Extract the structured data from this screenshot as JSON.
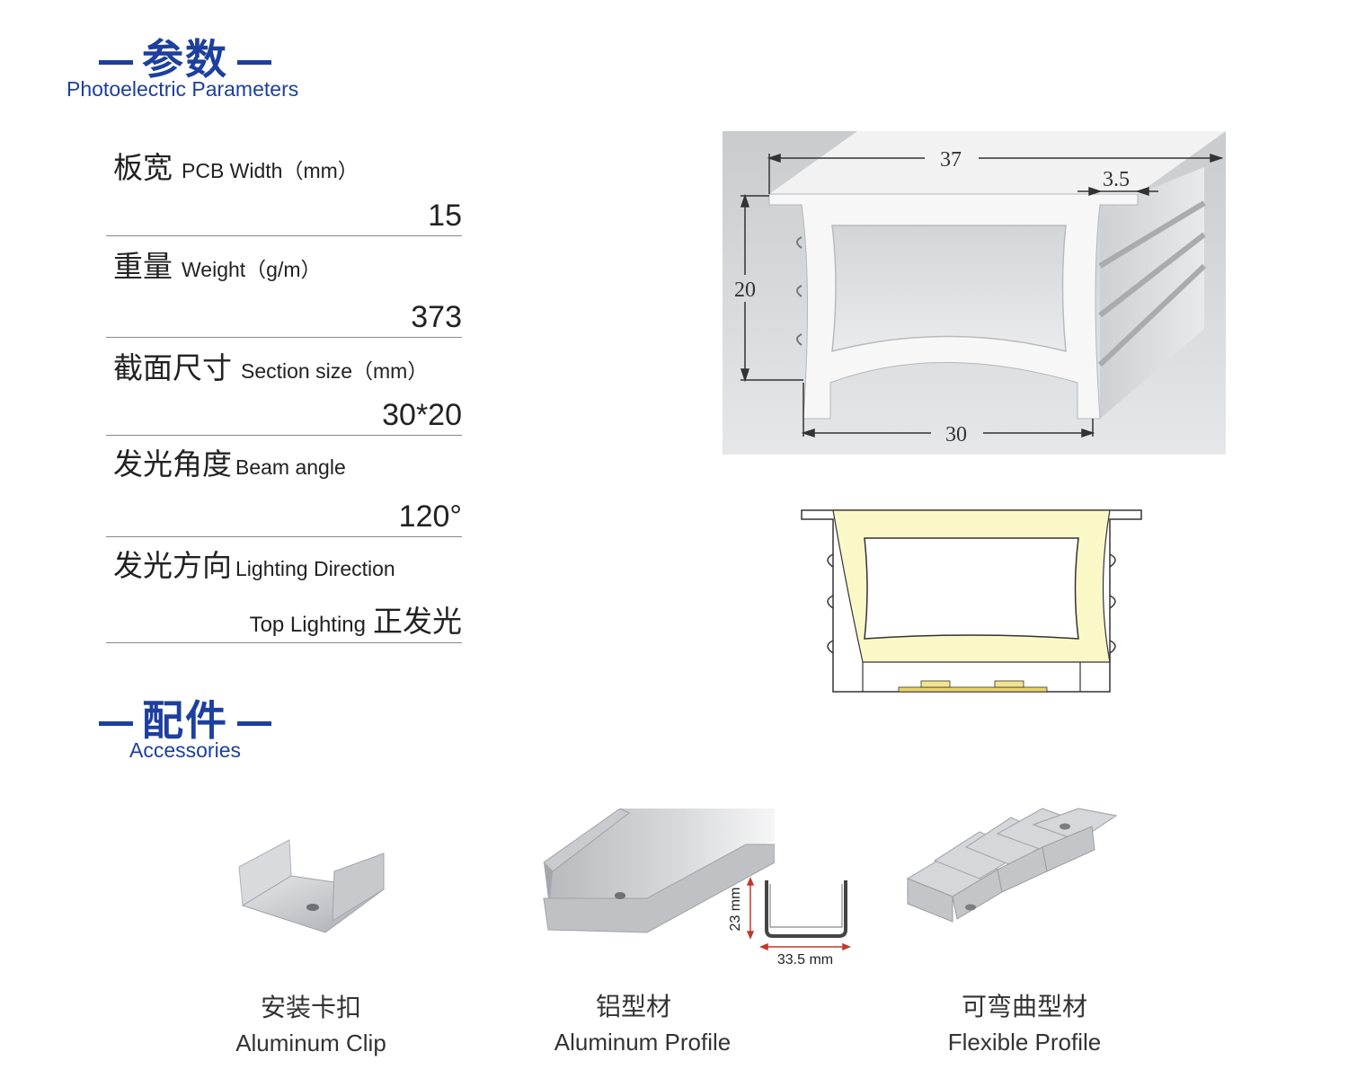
{
  "params_header": {
    "title": "参数",
    "subtitle": "Photoelectric Parameters"
  },
  "params": [
    {
      "label_cn": "板宽",
      "label_en": "PCB Width（mm）",
      "value": "15"
    },
    {
      "label_cn": "重量",
      "label_en": "Weight（g/m）",
      "value": "373"
    },
    {
      "label_cn": "截面尺寸",
      "label_en": "Section size（mm）",
      "value": "30*20"
    },
    {
      "label_cn": "发光角度",
      "label_en": "Beam angle",
      "value": "120°"
    },
    {
      "label_cn": "发光方向",
      "label_en": "Lighting Direction",
      "value_en": "Top Lighting",
      "value_cn": "正发光"
    }
  ],
  "accessories_header": {
    "title": "配件",
    "subtitle": "Accessories"
  },
  "diagram_dims": {
    "top_width": "37",
    "lip": "3.5",
    "height": "20",
    "bottom_width": "30"
  },
  "profile_dims": {
    "height": "23 mm",
    "width": "33.5 mm"
  },
  "accessories": [
    {
      "name_cn": "安装卡扣",
      "name_en": "Aluminum Clip"
    },
    {
      "name_cn": "铝型材",
      "name_en": "Aluminum Profile"
    },
    {
      "name_cn": "可弯曲型材",
      "name_en": "Flexible Profile"
    }
  ]
}
